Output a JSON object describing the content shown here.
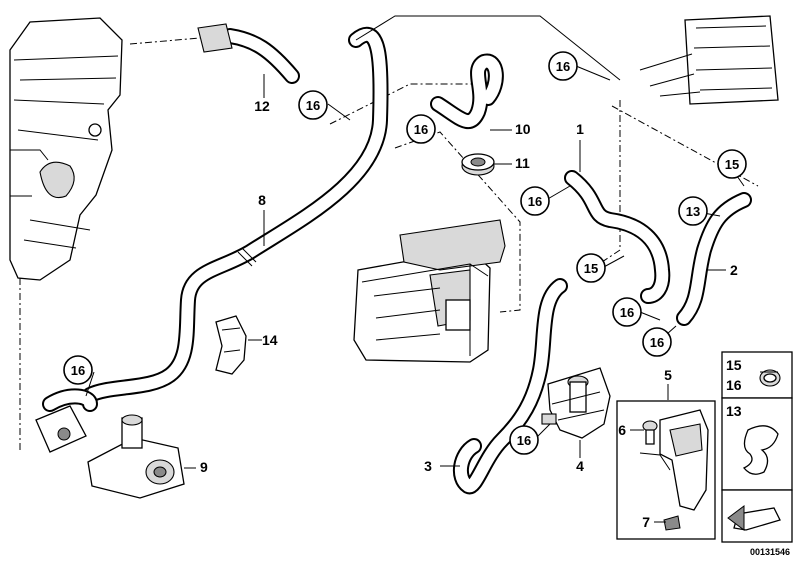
{
  "callouts": {
    "c12": "12",
    "c8": "8",
    "c14": "14",
    "c9": "9",
    "c10": "10",
    "c11": "11",
    "c1": "1",
    "c2": "2",
    "c3": "3",
    "c4": "4",
    "c5": "5",
    "c6": "6",
    "c7": "7"
  },
  "circled": {
    "a": "16",
    "b": "16",
    "c": "16",
    "d": "16",
    "e": "16",
    "f": "16",
    "g": "16",
    "h": "16",
    "i": "15",
    "j": "15",
    "k": "13"
  },
  "legend": {
    "row1_a": "15",
    "row1_b": "16",
    "row2": "13"
  },
  "doc_number": "00131546"
}
